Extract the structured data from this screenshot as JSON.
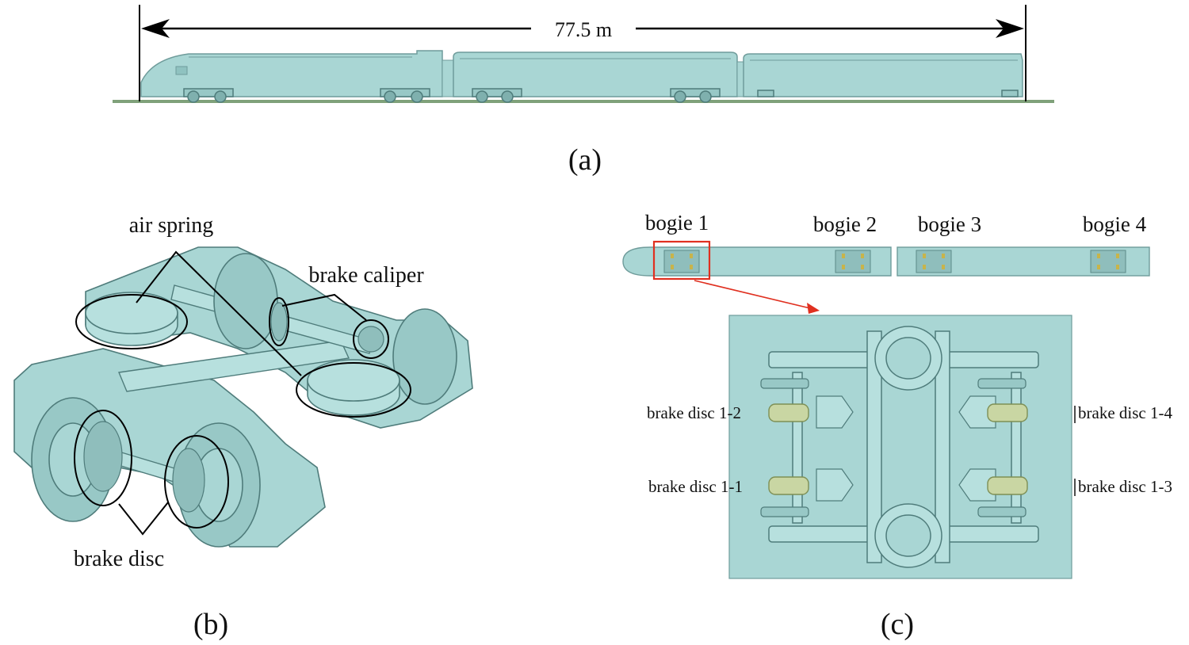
{
  "panel_a": {
    "length_label": "77.5 m",
    "caption": "(a)"
  },
  "panel_b": {
    "air_spring_label": "air spring",
    "brake_caliper_label": "brake caliper",
    "brake_disc_label": "brake disc",
    "caption": "(b)"
  },
  "panel_c": {
    "bogie_labels": [
      "bogie 1",
      "bogie 2",
      "bogie 3",
      "bogie 4"
    ],
    "disc_labels": {
      "d12": "brake disc 1-2",
      "d11": "brake disc 1-1",
      "d14": "brake disc 1-4",
      "d13": "brake disc 1-3"
    },
    "caption": "(c)"
  },
  "colors": {
    "body": "#a9d6d4",
    "edge": "#6f9c9b",
    "ground": "#7fa17a",
    "disc": "#c9d6a3",
    "highlight": "#e03020"
  }
}
